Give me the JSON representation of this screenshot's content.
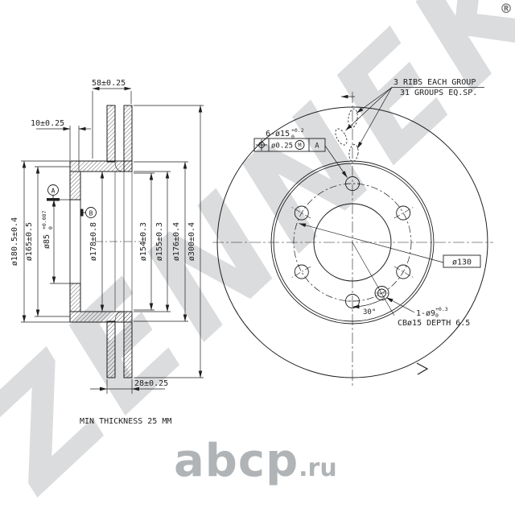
{
  "watermark": {
    "brand": "ZENNEK",
    "registered": "®",
    "site": "abcp",
    "site_tld": ".ru"
  },
  "section_view": {
    "dims": {
      "overall_width": "58±0.25",
      "flange_thickness": "10±0.25",
      "plates_thickness": "28±0.25",
      "d180": "ø180.5±0.4",
      "d165": "ø165±0.5",
      "d85": {
        "main": "ø85",
        "sup": "+0.087",
        "sub": "0"
      },
      "d178": "ø178±0.8",
      "d154": "ø154±0.3",
      "d155": "ø155±0.3",
      "d176": "ø176±0.4",
      "d300": "ø300±0.4"
    },
    "datum_a": "A",
    "datum_b": "B",
    "note_min_thickness": "MIN THICKNESS 25 MM"
  },
  "front_view": {
    "ribs_note_line1": "3 RIBS EACH GROUP",
    "ribs_note_line2": "31 GROUPS EQ.SP.",
    "holes_callout": {
      "main": "6-ø15",
      "sup": "+0.2",
      "sub": "0"
    },
    "gdt_frame": {
      "tolerance": "ø0.25",
      "modifier": "M",
      "datum": "A"
    },
    "bolt_circle": "ø130",
    "angle": "30°",
    "pin_hole": {
      "main": "1-ø9",
      "sup": "+0.3",
      "sub": "0"
    },
    "counterbore": "CBø15 DEPTH 6.5"
  }
}
